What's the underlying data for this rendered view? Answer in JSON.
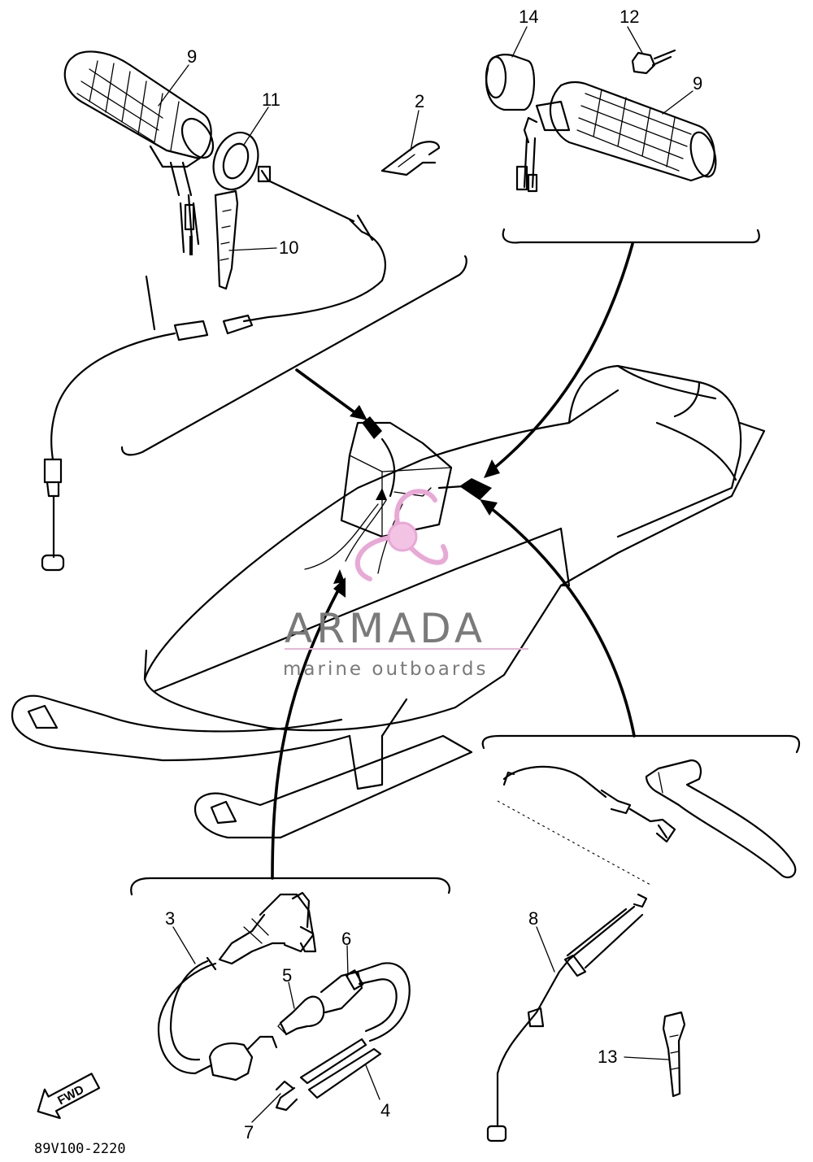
{
  "diagram": {
    "callouts": {
      "c1": "9",
      "c2": "11",
      "c3": "2",
      "c4": "10",
      "c5": "14",
      "c6": "12",
      "c7": "9",
      "c8": "3",
      "c9": "6",
      "c10": "5",
      "c11": "4",
      "c12": "7",
      "c13": "8",
      "c14": "13"
    },
    "fwd_label": "FWD",
    "diagram_code": "89V100-2220"
  },
  "watermark": {
    "title": "ARMADA",
    "subtitle": "marine outboards",
    "color": "#e9a8d6"
  }
}
